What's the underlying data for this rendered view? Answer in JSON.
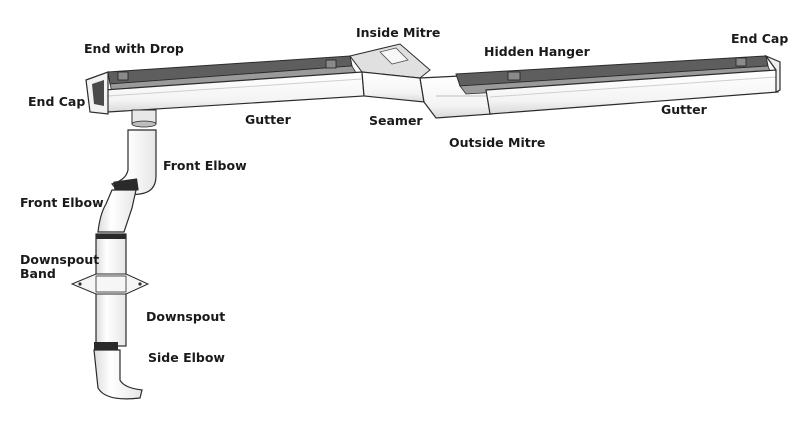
{
  "diagram": {
    "labels": {
      "end_with_drop": "End with Drop",
      "end_cap_left": "End Cap",
      "gutter_left": "Gutter",
      "inside_mitre": "Inside Mitre",
      "seamer": "Seamer",
      "outside_mitre": "Outside Mitre",
      "hidden_hanger": "Hidden Hanger",
      "end_cap_right": "End Cap",
      "gutter_right": "Gutter",
      "front_elbow_upper": "Front Elbow",
      "front_elbow_lower": "Front Elbow",
      "downspout_band_line1": "Downspout",
      "downspout_band_line2": "Band",
      "downspout": "Downspout",
      "side_elbow": "Side Elbow"
    },
    "colors": {
      "gutter_face": "#ffffff",
      "gutter_back": "#5a5a5a",
      "outline": "#2b2b2b",
      "shadow": "#bdbdbd",
      "band": "#1f1f1f"
    }
  }
}
